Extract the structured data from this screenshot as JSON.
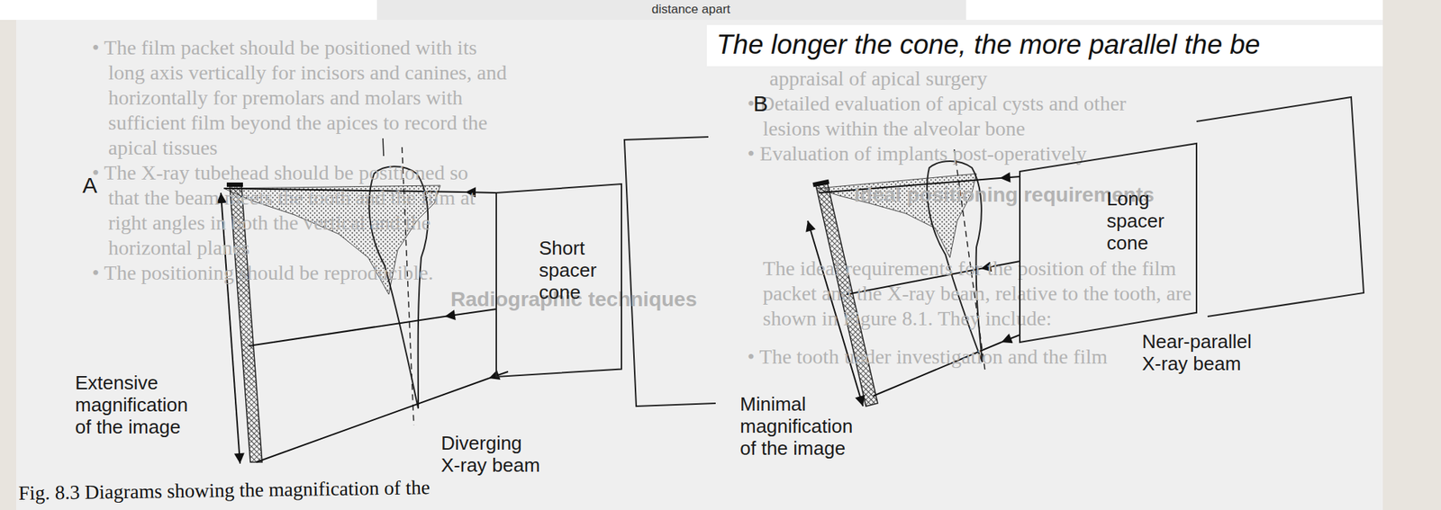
{
  "diagram": {
    "caption": "Fig. 8.3 Diagrams showing the magnification of the",
    "nodes": [
      {
        "text": [
          "Short spacer cone"
        ]
      },
      {
        "text": [
          "Long spacer cone"
        ]
      }
    ],
    "labels": [
      "distance apart",
      "The longer the cone, the more parallel the be",
      "• The film packet should be positioned with its",
      "long axis vertically for incisors and canines, and",
      "horizontally for premolars and molars with",
      "sufficient film beyond the apices to record the",
      "apical tissues",
      "• The X-ray tubehead should be positioned so",
      "that the beam meets the tooth and the film at",
      "right angles in both the vertical and the",
      "horizontal planes",
      "• The positioning should be reproducible.",
      "Radiographic techniques",
      "appraisal of apical surgery",
      "• Detailed evaluation of apical cysts and other",
      "lesions within the alveolar bone",
      "• Evaluation of implants post-operatively",
      "Ideal positioning requirements",
      "The ideal requirements for the position of the film",
      "packet and the X-ray beam, relative to the tooth, are",
      "shown in Figure 8.1. They include:",
      "• The tooth under investigation and the film",
      "A",
      "Extensive magnification of the image",
      "Diverging X-ray beam",
      "B",
      "Minimal magnification of the image",
      "Near-parallel X-ray beam"
    ]
  }
}
